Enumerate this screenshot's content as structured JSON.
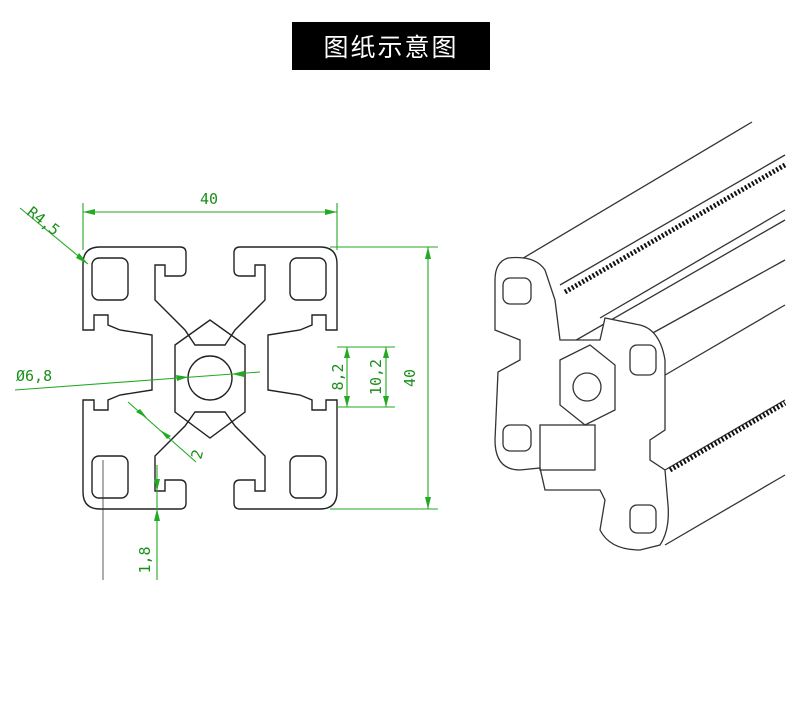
{
  "title": "图纸示意图",
  "dimensions": {
    "width": "40",
    "height": "40",
    "corner_radius": "R4,5",
    "center_hole": "Ø6,8",
    "slot_inner": "8,2",
    "slot_outer": "10,2",
    "wall": "2",
    "lip": "1,8"
  },
  "colors": {
    "dimension_line": "#22aa22",
    "outline": "#222222",
    "title_bg": "#000000"
  }
}
